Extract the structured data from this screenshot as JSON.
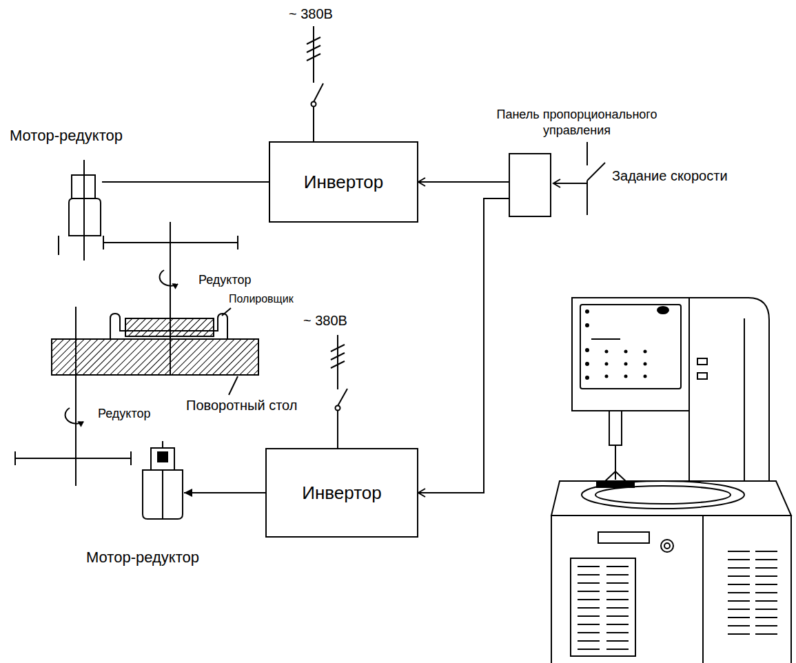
{
  "diagram": {
    "nodes": [
      {
        "text": [
          "Мотор-редуктор"
        ]
      },
      {
        "text": [
          "Инвертор"
        ]
      },
      {
        "text": [
          "Панель пропорционального управления"
        ]
      },
      {
        "text": [
          "Инвертор"
        ]
      },
      {
        "text": [
          "Мотор-редуктор"
        ]
      }
    ],
    "edges": [
      {
        "from": 1,
        "to": 0,
        "arrow": "none"
      },
      {
        "from": 2,
        "to": 1,
        "arrow": "to"
      },
      {
        "from": 2,
        "to": 3,
        "arrow": "to"
      },
      {
        "from": 3,
        "to": 4,
        "arrow": "to"
      }
    ],
    "labels": [
      "~ 380В",
      "Задание скорости",
      "Редуктор",
      "Полировщик",
      "~ 380В",
      "Поворотный стол",
      "Редуктор"
    ]
  }
}
